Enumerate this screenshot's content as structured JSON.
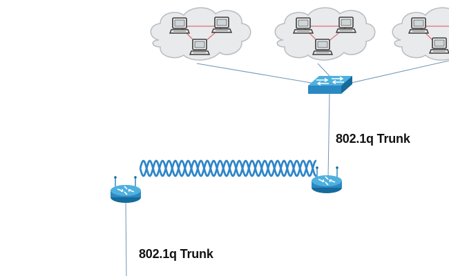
{
  "labels": {
    "trunk_upper": "802.1q Trunk",
    "trunk_lower": "802.1q Trunk"
  },
  "devices": {
    "cloud_lans": [
      {
        "name": "lan-cloud-left",
        "hosts": 3
      },
      {
        "name": "lan-cloud-middle",
        "hosts": 3
      },
      {
        "name": "lan-cloud-right",
        "hosts": 2
      }
    ],
    "switch": "workgroup-switch-icon",
    "routers": [
      "wireless-router-icon",
      "wireless-router-icon"
    ]
  },
  "colors": {
    "cloud_fill": "#e8eaec",
    "cloud_stroke": "#b7bcc1",
    "device_blue": "#2a89c3",
    "device_blue_light": "#4fb0de",
    "device_blue_dark": "#166a9c",
    "link_line": "#6f93b6",
    "lan_link": "#d9535f",
    "wireless_wave": "#2f86c8"
  }
}
